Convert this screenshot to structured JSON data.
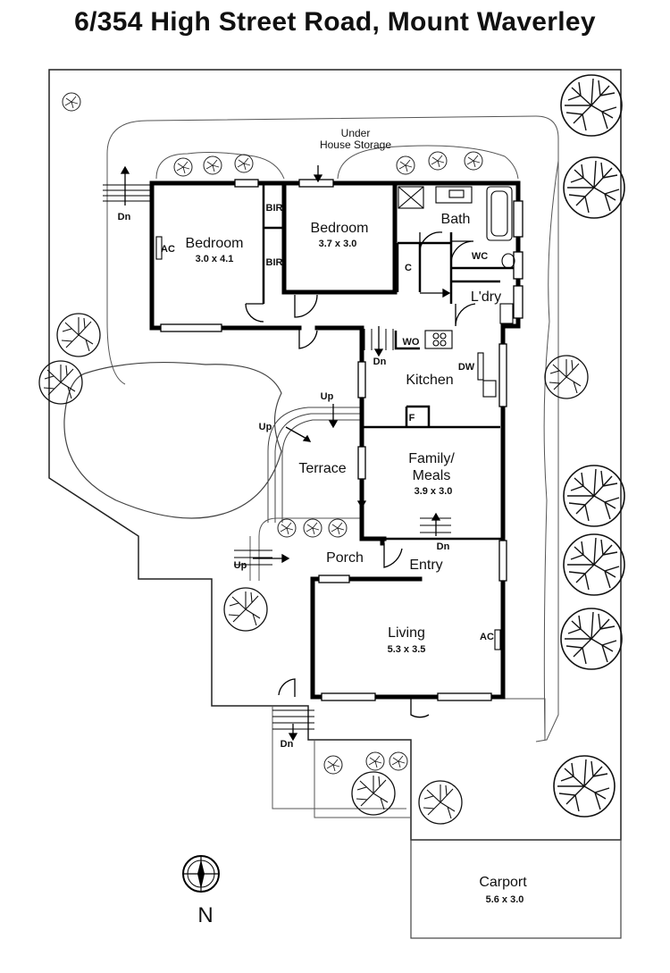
{
  "title": "6/354 High Street Road, Mount Waverley",
  "rooms": {
    "bedroom1": {
      "name": "Bedroom",
      "size": "3.0 x 4.1"
    },
    "bedroom2": {
      "name": "Bedroom",
      "size": "3.7 x 3.0"
    },
    "bath": {
      "name": "Bath"
    },
    "wc": {
      "name": "WC"
    },
    "laundry": {
      "name": "L'dry"
    },
    "kitchen": {
      "name": "Kitchen"
    },
    "family_line1": {
      "name": "Family/"
    },
    "family_line2": {
      "name": "Meals",
      "size": "3.9 x 3.0"
    },
    "terrace": {
      "name": "Terrace"
    },
    "porch": {
      "name": "Porch"
    },
    "entry": {
      "name": "Entry"
    },
    "living": {
      "name": "Living",
      "size": "5.3 x 3.5"
    },
    "carport": {
      "name": "Carport",
      "size": "5.6 x 3.0"
    }
  },
  "labels": {
    "under_house_1": "Under",
    "under_house_2": "House Storage",
    "bir": "BIR",
    "ac": "AC",
    "cupboard": "C",
    "wo": "WO",
    "dw": "DW",
    "fridge": "F",
    "dn": "Dn",
    "up": "Up"
  },
  "compass": {
    "label": "N"
  }
}
